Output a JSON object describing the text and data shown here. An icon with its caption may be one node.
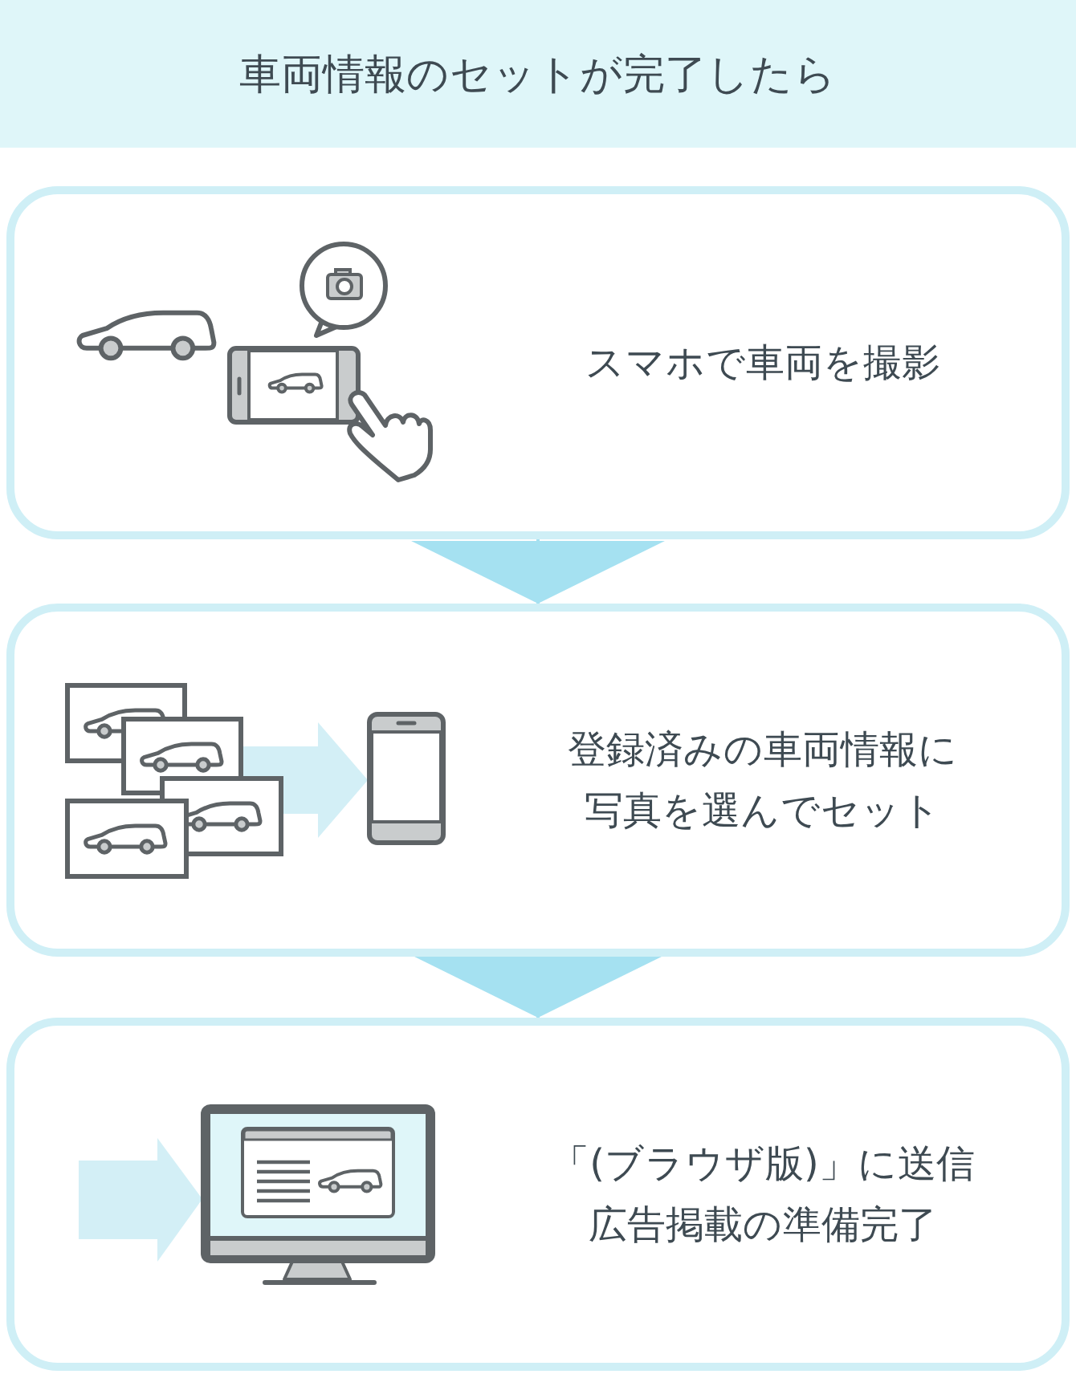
{
  "diagram": {
    "title": "車両情報のセットが完了したら",
    "nodes": [
      {
        "text": [
          "スマホで車両を撮影"
        ]
      },
      {
        "text": [
          "登録済みの車両情報に写真を選んでセット"
        ]
      },
      {
        "text": [
          "「(ブラウザ版)」に送信",
          "広告掲載の準備完了"
        ]
      }
    ],
    "edges": [
      {
        "from": 0,
        "to": 1,
        "arrow": "to"
      },
      {
        "from": 1,
        "to": 2,
        "arrow": "to"
      }
    ]
  }
}
